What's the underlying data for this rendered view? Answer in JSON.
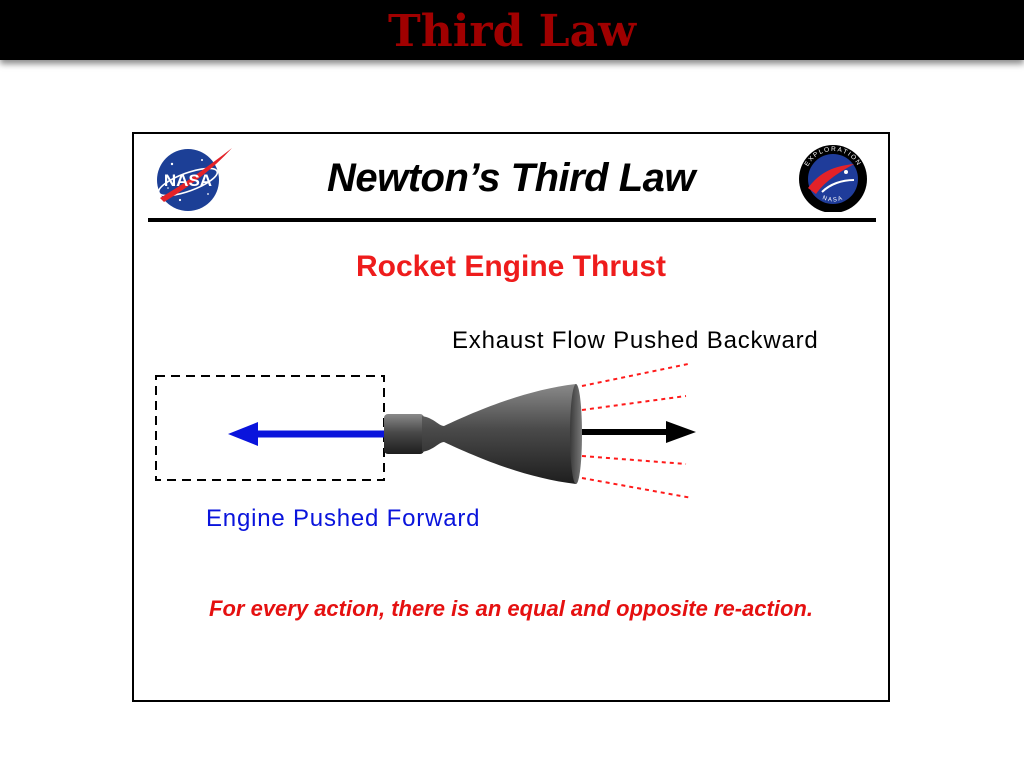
{
  "slide": {
    "title": "Third Law"
  },
  "panel": {
    "heading": "Newton’s  Third  Law",
    "subtitle": "Rocket  Engine Thrust",
    "exhaust_label": "Exhaust  Flow  Pushed  Backward",
    "engine_label": "Engine  Pushed  Forward",
    "caption": "For  every  action,  there  is  an  equal  and  opposite  re-action.",
    "nasa_logo_text": "NASA",
    "exploration_logo_text": "EXPLORATION",
    "exploration_logo_subtext": "NASA"
  },
  "colors": {
    "title_red": "#a00000",
    "subtitle_red": "#ee1c1c",
    "caption_red": "#e51010",
    "engine_blue": "#0a14dc",
    "exhaust_dash": "#ff1a1a",
    "nasa_blue": "#1c3f96",
    "black": "#000000"
  },
  "icons": {
    "nasa": "nasa-meatball-icon",
    "exploration": "nasa-exploration-icon"
  }
}
